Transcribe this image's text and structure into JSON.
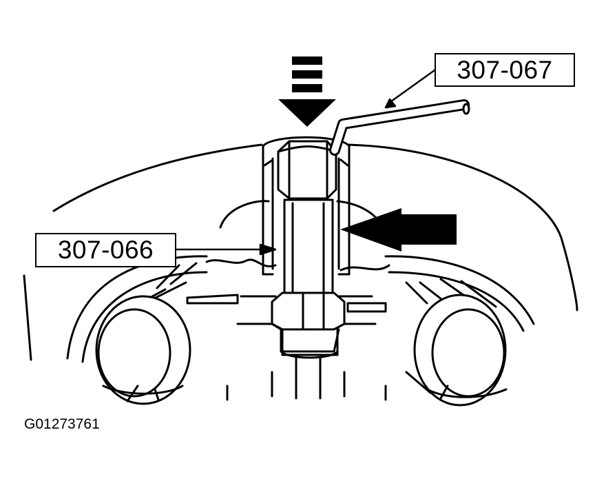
{
  "callouts": {
    "tool_upper": "307-067",
    "tool_lower": "307-066"
  },
  "figure_id": "G01273761",
  "colors": {
    "ink": "#000000",
    "paper": "#ffffff"
  }
}
